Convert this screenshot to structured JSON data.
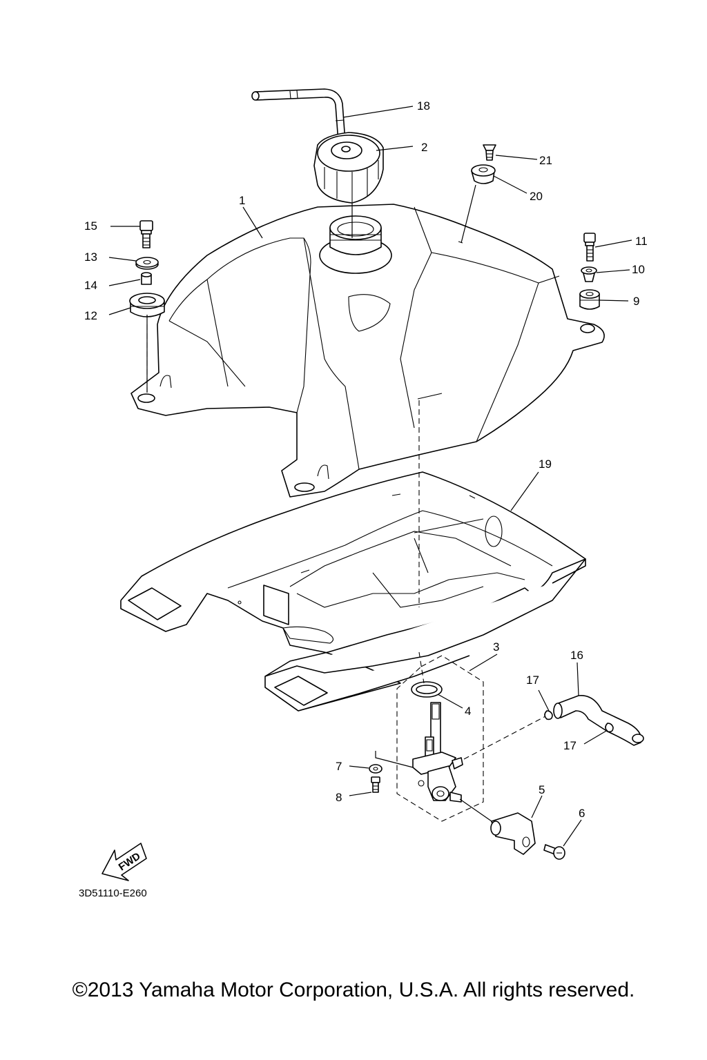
{
  "diagram": {
    "part_callouts": [
      "1",
      "2",
      "3",
      "4",
      "5",
      "6",
      "7",
      "8",
      "9",
      "10",
      "11",
      "12",
      "13",
      "14",
      "15",
      "16",
      "17",
      "17",
      "18",
      "19",
      "20",
      "21"
    ],
    "fwd_label": "FWD",
    "drawing_code": "3D51110-E260"
  },
  "footer": {
    "copyright": "©2013 Yamaha Motor Corporation, U.S.A. All rights reserved."
  }
}
